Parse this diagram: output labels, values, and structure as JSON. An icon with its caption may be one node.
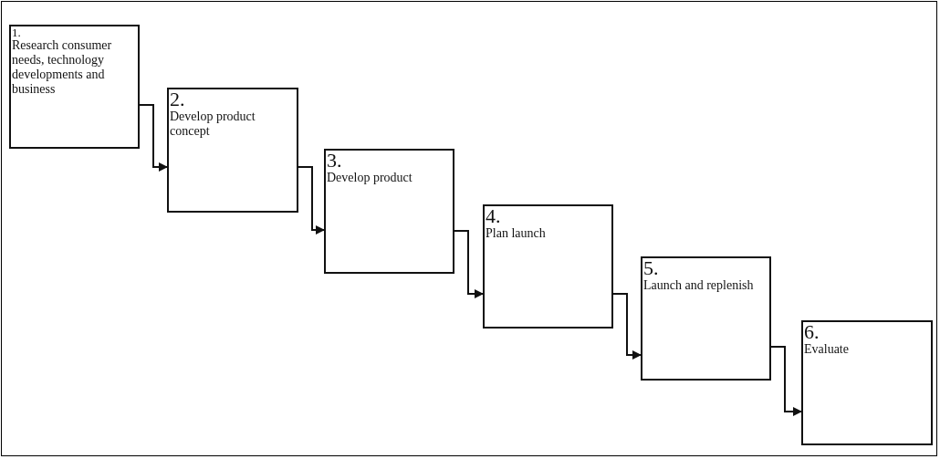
{
  "diagram": {
    "nodes": [
      {
        "text": [
          "1.",
          "Research consumer needs, technology developments and business"
        ]
      },
      {
        "text": [
          "2.",
          "Develop product concept"
        ]
      },
      {
        "text": [
          "3.",
          "Develop product"
        ]
      },
      {
        "text": [
          "4.",
          "Plan launch"
        ]
      },
      {
        "text": [
          "5.",
          "Launch and replenish"
        ]
      },
      {
        "text": [
          "6.",
          "Evaluate"
        ]
      }
    ],
    "edges": [
      {
        "from": 0,
        "to": 1,
        "arrow": "to"
      },
      {
        "from": 1,
        "to": 2,
        "arrow": "to"
      },
      {
        "from": 2,
        "to": 3,
        "arrow": "to"
      },
      {
        "from": 3,
        "to": 4,
        "arrow": "to"
      },
      {
        "from": 4,
        "to": 5,
        "arrow": "to"
      }
    ]
  }
}
